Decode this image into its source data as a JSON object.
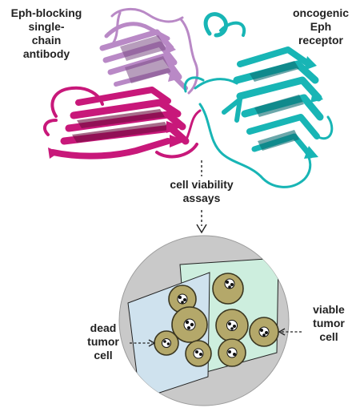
{
  "labels": {
    "antibody": "Eph-blocking\nsingle-\nchain\nantibody",
    "receptor": "oncogenic\nEph\nreceptor",
    "assay": "cell viability\nassays",
    "dead_cell": "dead\ntumor\ncell",
    "viable_cell": "viable\ntumor\ncell"
  },
  "colors": {
    "antibody_dark": "#c8187a",
    "antibody_light": "#b989c6",
    "receptor": "#18b5b5",
    "receptor_dark": "#0b6e72",
    "dish": "#c9c9c9",
    "slide_blue": "#cfe2ee",
    "slide_green": "#cdeede",
    "cell_fill": "#b4a86a",
    "cell_edge": "#3a3620"
  }
}
